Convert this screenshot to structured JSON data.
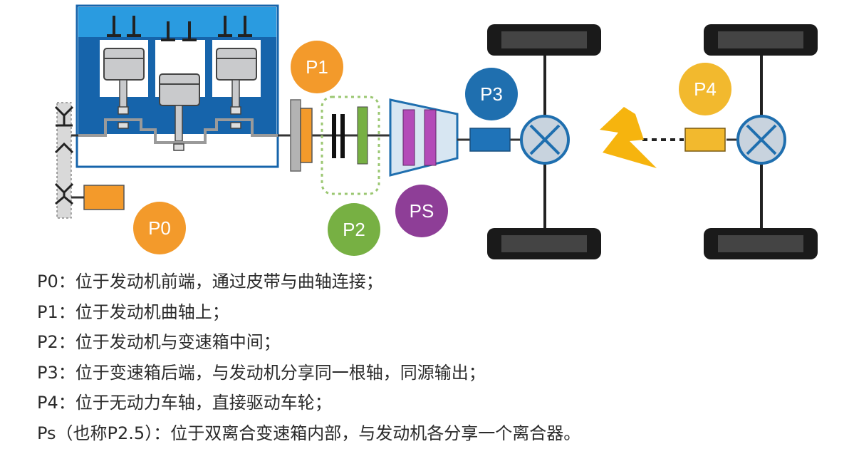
{
  "badges": {
    "p0": "P0",
    "p1": "P1",
    "p2": "P2",
    "p3": "P3",
    "p4": "P4",
    "ps": "PS"
  },
  "colors": {
    "orange": "#F39A2B",
    "green": "#77B043",
    "blue": "#1F6FAF",
    "yellow": "#F2B92E",
    "purple": "#8E3E97",
    "engine_top": "#1E8FD8",
    "engine_body": "#1664AB",
    "lightning": "#F6B40E"
  },
  "descriptions": [
    "P0：位于发动机前端，通过皮带与曲轴连接；",
    "P1：位于发动机曲轴上；",
    "P2：位于发动机与变速箱中间；",
    "P3：位于变速箱后端，与发动机分享同一根轴，同源输出；",
    "P4：位于无动力车轴，直接驱动车轮；",
    "Ps（也称P2.5）：位于双离合变速箱内部，与发动机各分享一个离合器。"
  ]
}
